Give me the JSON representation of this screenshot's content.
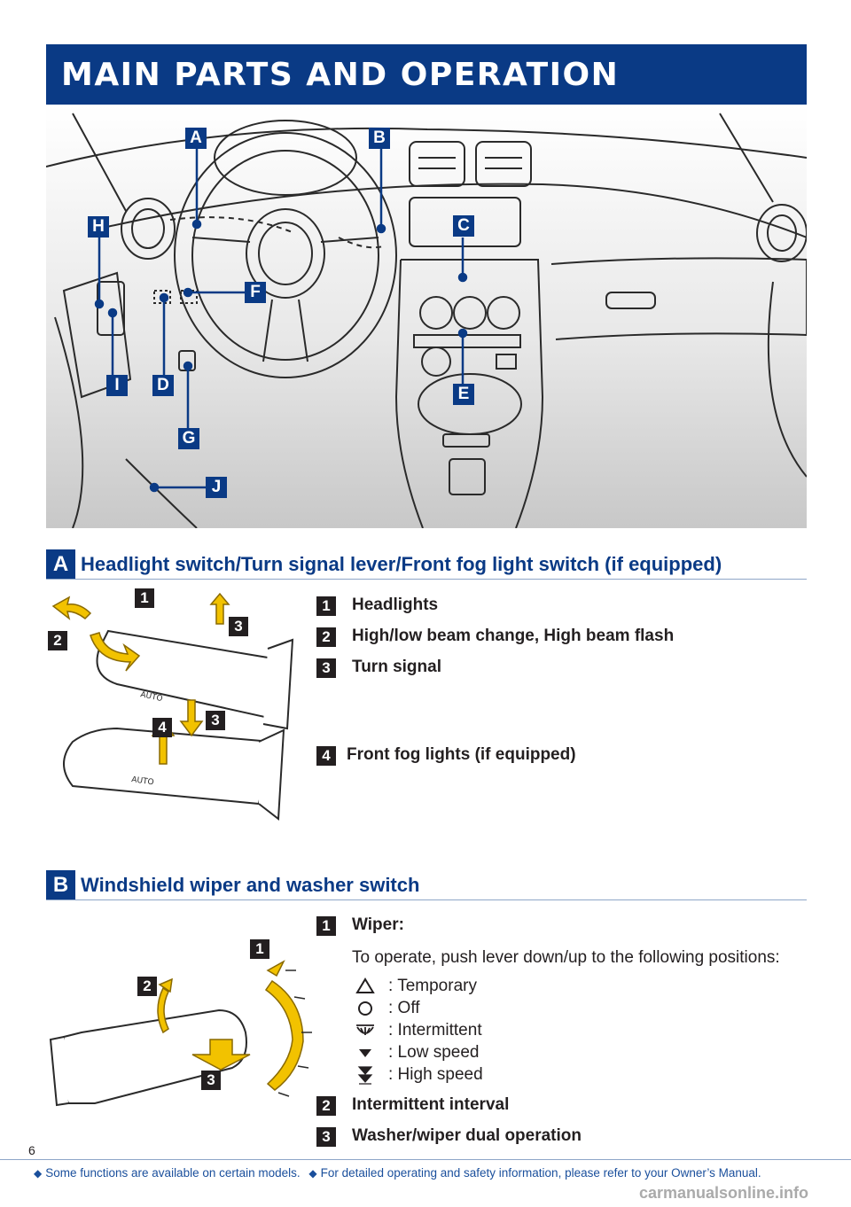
{
  "title": "MAIN PARTS AND OPERATION",
  "callouts": [
    "A",
    "B",
    "C",
    "D",
    "E",
    "F",
    "G",
    "H",
    "I",
    "J"
  ],
  "section_a": {
    "letter": "A",
    "title": "Headlight switch/Turn signal lever/Front fog light switch (if equipped)",
    "items": [
      {
        "num": "1",
        "label": "Headlights"
      },
      {
        "num": "2",
        "label": "High/low beam change, High beam flash"
      },
      {
        "num": "3",
        "label": "Turn signal"
      },
      {
        "num": "4",
        "label": "Front fog lights (if equipped)"
      }
    ],
    "illus_markers": [
      "1",
      "2",
      "3",
      "3",
      "4"
    ],
    "lever_text": "AUTO"
  },
  "section_b": {
    "letter": "B",
    "title": "Windshield wiper and washer switch",
    "item1": {
      "num": "1",
      "label": "Wiper:"
    },
    "instruction": "To operate, push lever down/up to the following positions:",
    "positions": [
      {
        "icon": "triangle-up-icon",
        "text": ": Temporary"
      },
      {
        "icon": "circle-off-icon",
        "text": ": Off"
      },
      {
        "icon": "wiper-intermittent-icon",
        "text": ": Intermittent"
      },
      {
        "icon": "triangle-down-icon",
        "text": ": Low speed"
      },
      {
        "icon": "double-triangle-down-icon",
        "text": ": High speed"
      }
    ],
    "item2": {
      "num": "2",
      "label": "Intermittent interval"
    },
    "item3": {
      "num": "3",
      "label": "Washer/wiper dual operation"
    },
    "illus_markers": [
      "1",
      "2",
      "3"
    ]
  },
  "page_number": "6",
  "footer": {
    "note1": "Some functions are available on certain models.",
    "note2": "For detailed operating and safety information, please refer to your Owner’s Manual."
  },
  "watermark": "carmanualsonline.info",
  "colors": {
    "brand_blue": "#0a3a85",
    "arrow_yellow": "#f2c200",
    "text": "#231f20"
  }
}
